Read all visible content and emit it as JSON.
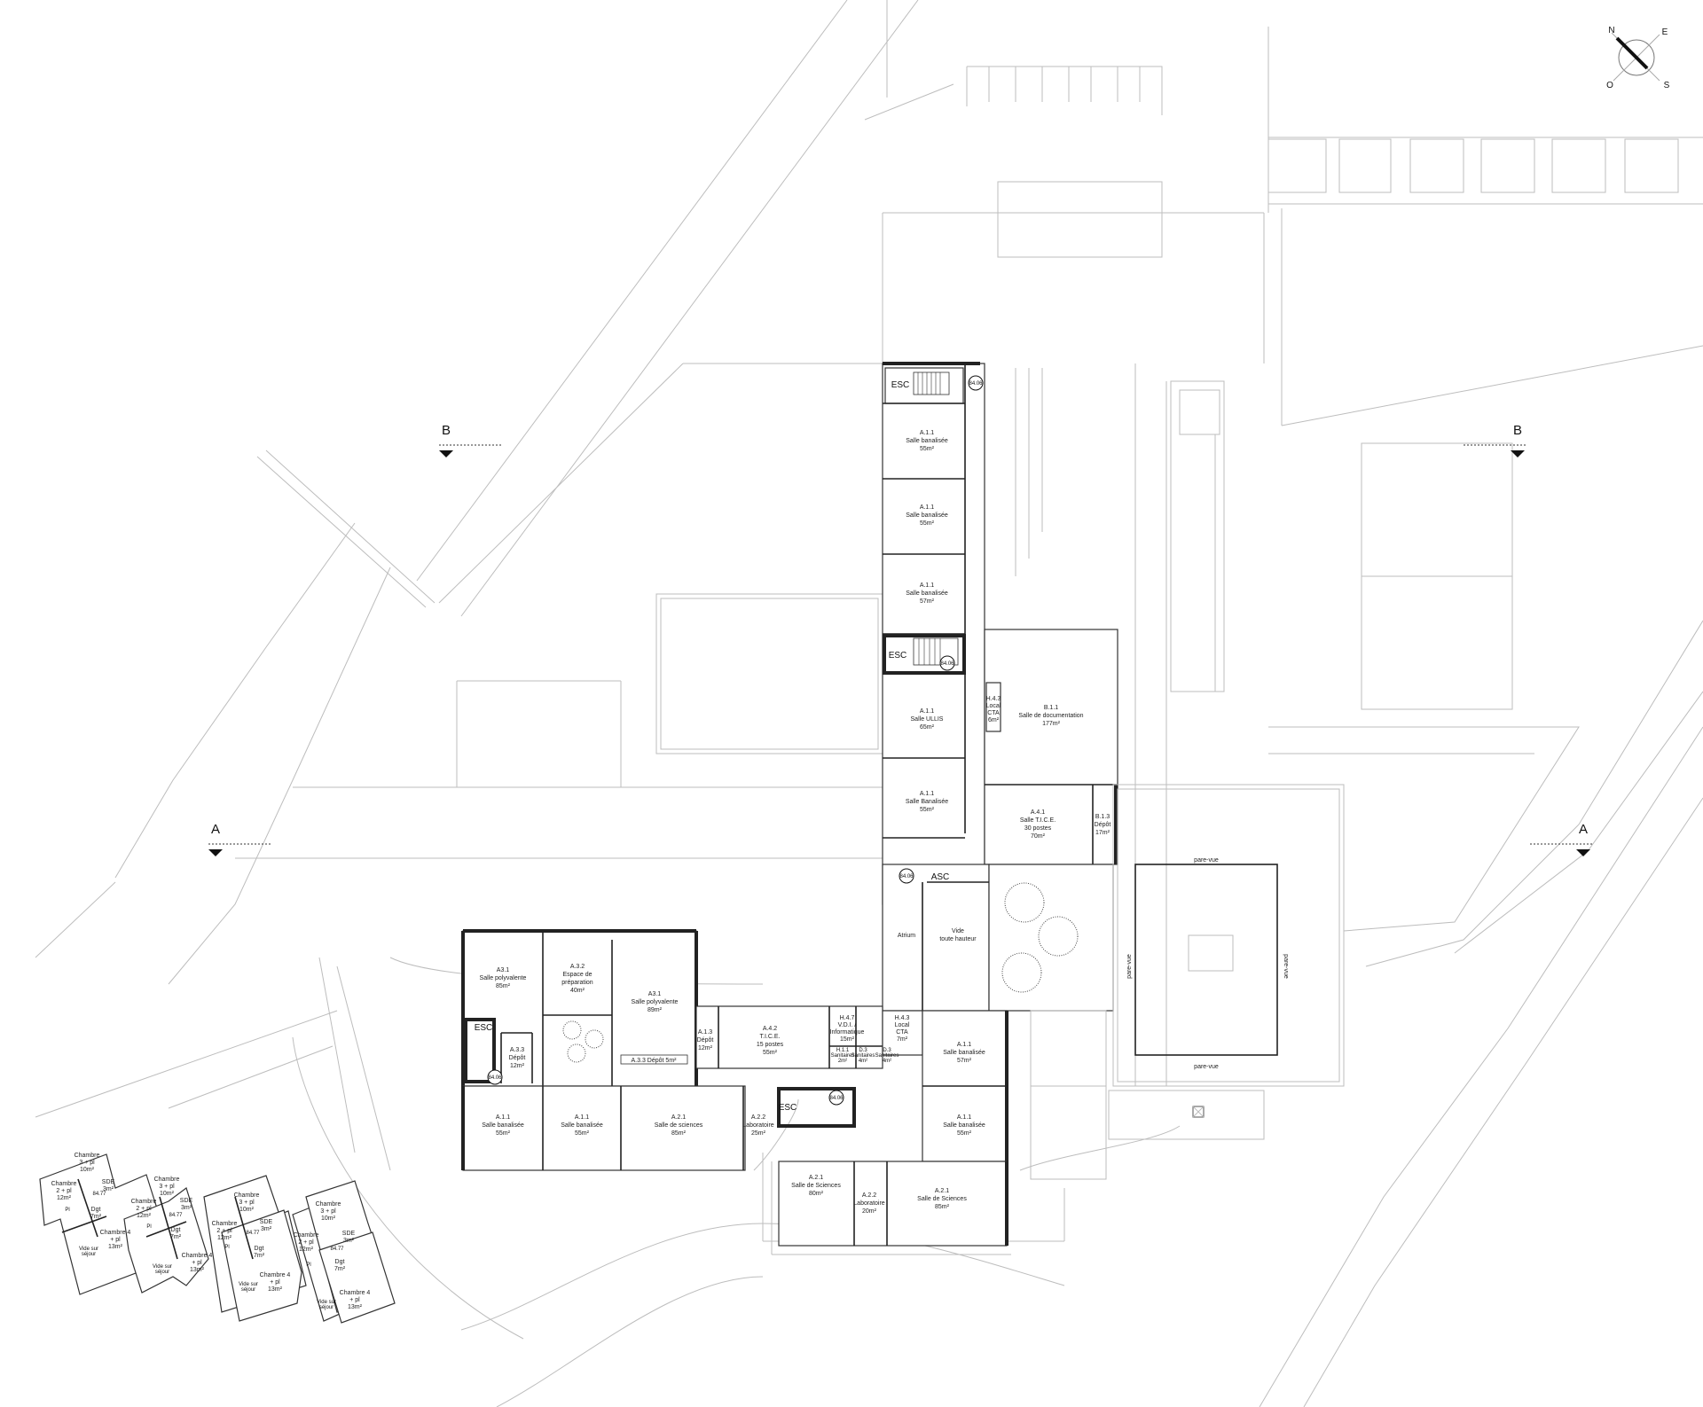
{
  "sections": {
    "a_left": "A",
    "a_right": "A",
    "b_left": "B",
    "b_right": "B"
  },
  "compass": {
    "n": "N",
    "e": "E",
    "s": "S",
    "o": "O"
  },
  "tags": {
    "esc": "ESC",
    "asc": "ASC",
    "level": "84.06",
    "level_alt": "84.77"
  },
  "pareVue": "pare-vue",
  "atrium": {
    "atrium": "Atrium",
    "vide": "Vide",
    "vide2": "toute hauteur"
  },
  "rooms": {
    "a111": [
      "A.1.1",
      "Salle banalisée",
      "55m²"
    ],
    "a112": [
      "A.1.1",
      "Salle banalisée",
      "55m²"
    ],
    "a113": [
      "A.1.1",
      "Salle banalisée",
      "57m²"
    ],
    "ullis": [
      "A.1.1",
      "Salle ULLIS",
      "65m²"
    ],
    "a114": [
      "A.1.1",
      "Salle Banalisée",
      "55m²"
    ],
    "b11": [
      "B.1.1",
      "Salle de documentation",
      "177m²"
    ],
    "h43a": [
      "H.4.3",
      "Local",
      "CTA",
      "6m²"
    ],
    "tice30": [
      "A.4.1",
      "Salle T.I.C.E.",
      "30 postes",
      "70m²"
    ],
    "b13": [
      "B.1.3",
      "Dépôt",
      "17m²"
    ],
    "a31": [
      "A3.1",
      "Salle polyvalente",
      "85m²"
    ],
    "a32": [
      "A.3.2",
      "Espace de",
      "préparation",
      "40m²"
    ],
    "a31b": [
      "A3.1",
      "Salle polyvalente",
      "89m²"
    ],
    "a33": [
      "A.3.3",
      "Dépôt",
      "12m²"
    ],
    "a334": [
      "A.3.3 Dépôt 5m²"
    ],
    "a13d": [
      "A.1.3",
      "Dépôt",
      "12m²"
    ],
    "a42": [
      "A.4.2",
      "T.I.C.E.",
      "15 postes",
      "55m²"
    ],
    "h47": [
      "H.4.7",
      "V.D.I. /",
      "Informatique",
      "15m²"
    ],
    "h43b": [
      "H.4.3",
      "Local",
      "CTA",
      "7m²"
    ],
    "r57": [
      "A.1.1",
      "Salle banalisée",
      "57m²"
    ],
    "r55a": [
      "A.1.1",
      "Salle banalisée",
      "55m²"
    ],
    "r55b": [
      "A.1.1",
      "Salle banalisée",
      "55m²"
    ],
    "r55c": [
      "A.1.1",
      "Salle banalisée",
      "55m²"
    ],
    "sci85a": [
      "A.2.1",
      "Salle de sciences",
      "85m²"
    ],
    "labo25": [
      "A.2.2",
      "Laboratoire",
      "25m²"
    ],
    "r55d": [
      "A.1.1",
      "Salle banalisée",
      "55m²"
    ],
    "sci80": [
      "A.2.1",
      "Salle de Sciences",
      "80m²"
    ],
    "labo20": [
      "A.2.2",
      "Laboratoire",
      "20m²"
    ],
    "sci85b": [
      "A.2.1",
      "Salle de Sciences",
      "85m²"
    ],
    "sm1": [
      "H.1.1",
      "Sanitaires",
      "2m²"
    ],
    "sm2": [
      "D.3",
      "Sanitaires",
      "4m²"
    ],
    "sm3": [
      "D.3",
      "Sanitaires",
      "4m²"
    ]
  },
  "housing": {
    "c3": [
      "Chambre",
      "3 + pl",
      "10m²"
    ],
    "c2": [
      "Chambre",
      "2 + pl",
      "12m²"
    ],
    "c4": [
      "Chambre 4",
      "+ pl",
      "13m²"
    ],
    "sde": [
      "SDE",
      "3m²"
    ],
    "dgt": [
      "Dgt",
      "7m²"
    ],
    "pl": "Pl",
    "vide": [
      "Vide sur",
      "séjour"
    ]
  }
}
